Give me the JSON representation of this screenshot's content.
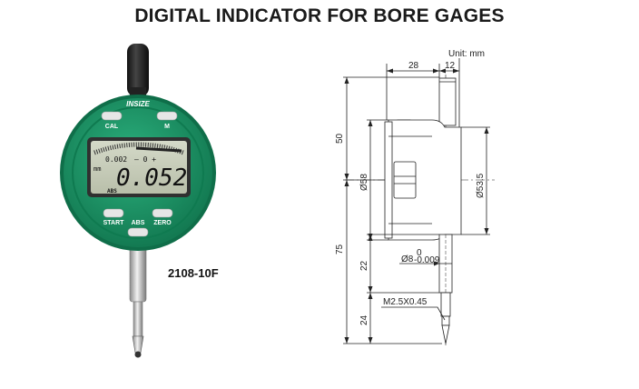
{
  "title": "DIGITAL INDICATOR FOR BORE GAGES",
  "model": "2108-10F",
  "indicator": {
    "brand": "INSIZE",
    "buttons": {
      "cal": "CAL",
      "m": "M",
      "start": "START",
      "abs": "ABS",
      "zero": "ZERO"
    },
    "display": {
      "reading": "0.052",
      "small_reading": "0.002",
      "unit": "mm",
      "abs_label": "ABS",
      "scale_marks": "– 0 +"
    },
    "colors": {
      "body": "#1f9a6b",
      "lcd": "#c6ccb9"
    }
  },
  "drawing": {
    "unit_label": "Unit: mm",
    "dims": {
      "d28": "28",
      "d12": "12",
      "d50": "50",
      "d75": "75",
      "d58": "Ø58",
      "d53_5": "Ø53.5",
      "d22": "22",
      "d24": "24",
      "stem_base": "Ø8",
      "stem_tol_upper": "0",
      "stem_tol_lower": "-0.009",
      "thread": "M2.5X0.45"
    }
  }
}
